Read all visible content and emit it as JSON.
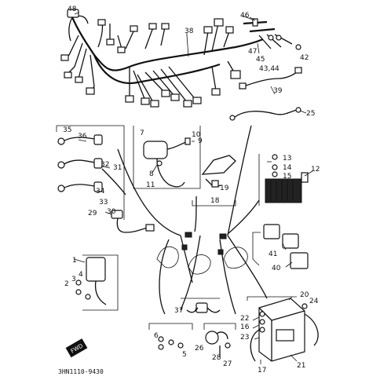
{
  "part_numbers": {
    "p1": "1",
    "p2": "2",
    "p3": "3",
    "p4": "4",
    "p5": "5",
    "p6": "6",
    "p7": "7",
    "p8": "8",
    "p9": "9",
    "p10": "10",
    "p11": "11",
    "p12": "12",
    "p13": "13",
    "p14": "14",
    "p15": "15",
    "p16": "16",
    "p17": "17",
    "p18": "18",
    "p19": "19",
    "p20": "20",
    "p21": "21",
    "p22": "22",
    "p23": "23",
    "p24": "24",
    "p25": "25",
    "p26": "26",
    "p27": "27",
    "p28": "28",
    "p29": "29",
    "p30": "30",
    "p31": "31",
    "p32": "32",
    "p33": "33",
    "p34": "34",
    "p35": "35",
    "p36": "36",
    "p37": "37",
    "p38": "38",
    "p39": "39",
    "p40": "40",
    "p41": "41",
    "p42": "42",
    "p43_44": "43,44",
    "p45": "45",
    "p46": "46",
    "p47": "47"
  },
  "drawing_code": "3HN1110-9430",
  "fwd_badge": "FWD"
}
